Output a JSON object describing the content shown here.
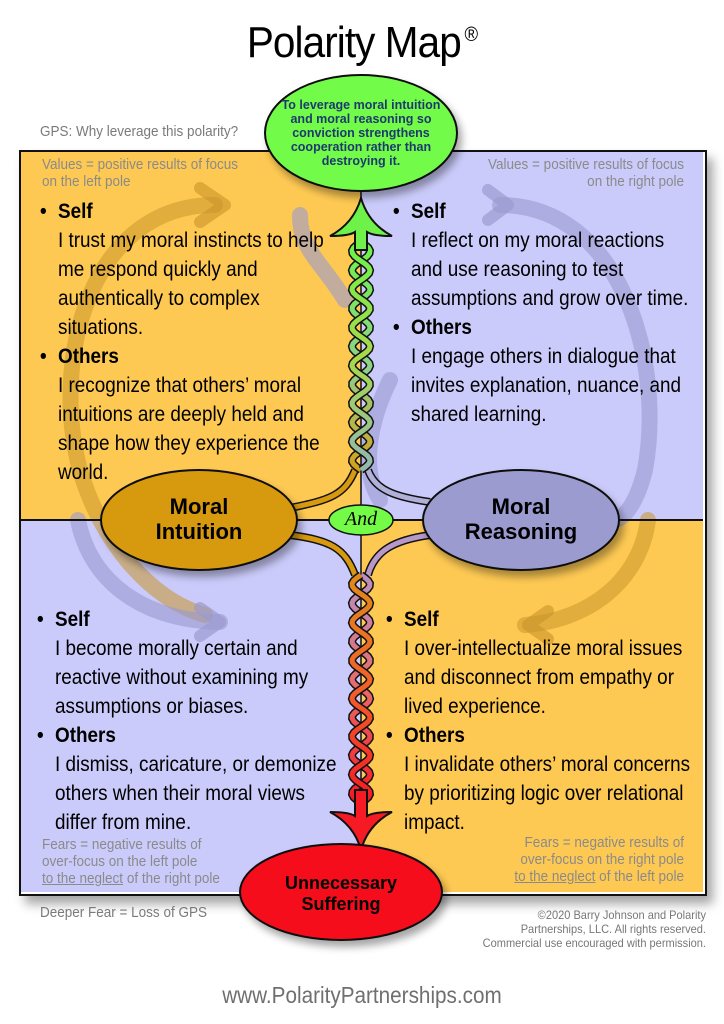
{
  "title": "Polarity Map",
  "title_mark": "®",
  "gps": {
    "label": "GPS: Why leverage this polarity?",
    "statement": [
      "To leverage moral intuition",
      "and moral reasoning so",
      "conviction strengthens",
      "cooperation rather than",
      "destroying it."
    ]
  },
  "connector": "And",
  "poles": {
    "left": [
      "Moral",
      "Intuition"
    ],
    "right": [
      "Moral",
      "Reasoning"
    ]
  },
  "deeper_fear": {
    "label": "Deeper Fear = Loss of GPS",
    "statement": [
      "Unnecessary",
      "Suffering"
    ]
  },
  "quadrants": {
    "top_left": {
      "note": [
        "Values = positive results of focus",
        "on the left pole"
      ],
      "self_head": "Self",
      "self_text": "I trust my moral instincts to help me respond quickly and authentically to complex situations.",
      "others_head": "Others",
      "others_text": "I recognize that others’ moral intuitions are deeply held and shape how they experience the world."
    },
    "top_right": {
      "note": [
        "Values = positive results of focus",
        "on the right pole"
      ],
      "self_head": "Self",
      "self_text": "I reflect on my moral reactions and use reasoning to test assumptions and grow over time.",
      "others_head": "Others",
      "others_text": "I engage others in dialogue that invites explanation, nuance, and shared learning."
    },
    "bottom_left": {
      "self_head": "Self",
      "self_text": "I become morally certain and reactive without examining my assumptions or biases.",
      "others_head": "Others",
      "others_text": "I dismiss, caricature, or demonize others when their moral views differ from mine.",
      "note": [
        "Fears = negative results of",
        "over-focus on the left pole"
      ],
      "note_underline": "to the neglect",
      "note_rest": " of the right pole"
    },
    "bottom_right": {
      "self_head": "Self",
      "self_text": "I over-intellectualize moral issues and disconnect from empathy or lived experience.",
      "others_head": "Others",
      "others_text": "I invalidate others’ moral concerns by prioritizing logic over relational impact.",
      "note": [
        "Fears = negative results of",
        "over-focus on the right pole"
      ],
      "note_underline": "to the neglect",
      "note_rest": " of the left pole"
    }
  },
  "copyright": [
    "©2020 Barry Johnson and Polarity",
    "Partnerships, LLC. All rights reserved.",
    "Commercial use encouraged with permission."
  ],
  "footer_url": "www.PolarityPartnerships.com",
  "colors": {
    "values_left_bg": "#fec953",
    "values_right_bg": "#cbcbfb",
    "gps_oval": "#73fb48",
    "left_pole": "#d7990f",
    "right_pole": "#9b9bd0",
    "fear_oval": "#f5101e"
  }
}
